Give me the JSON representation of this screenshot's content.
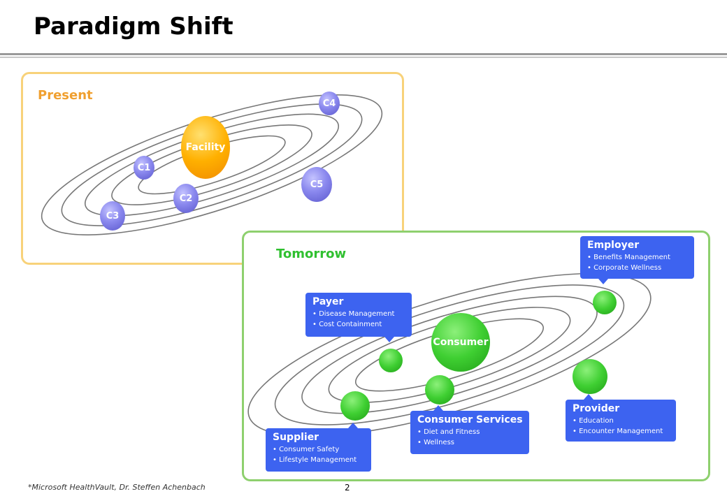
{
  "slide": {
    "title": "Paradigm Shift"
  },
  "present": {
    "label": "Present",
    "center": "Facility",
    "planets": [
      "C1",
      "C2",
      "C3",
      "C4",
      "C5"
    ]
  },
  "tomorrow": {
    "label": "Tomorrow",
    "center": "Consumer",
    "callouts": {
      "employer": {
        "title": "Employer",
        "items": [
          "Benefits Management",
          "Corporate Wellness"
        ]
      },
      "payer": {
        "title": "Payer",
        "items": [
          "Disease Management",
          "Cost Containment"
        ]
      },
      "consumer_services": {
        "title": "Consumer Services",
        "items": [
          "Diet and Fitness",
          "Wellness"
        ]
      },
      "provider": {
        "title": "Provider",
        "items": [
          "Education",
          "Encounter Management"
        ]
      },
      "supplier": {
        "title": "Supplier",
        "items": [
          "Consumer Safety",
          "Lifestyle Management"
        ]
      }
    }
  },
  "footer": {
    "source": "*Microsoft HealthVault, Dr. Steffen Achenbach",
    "page": "2"
  },
  "colors": {
    "present_border": "#f8d27a",
    "tomorrow_border": "#8ed06e",
    "callout": "#3d63f0",
    "present_label": "#f0a030",
    "tomorrow_label": "#30c030"
  }
}
